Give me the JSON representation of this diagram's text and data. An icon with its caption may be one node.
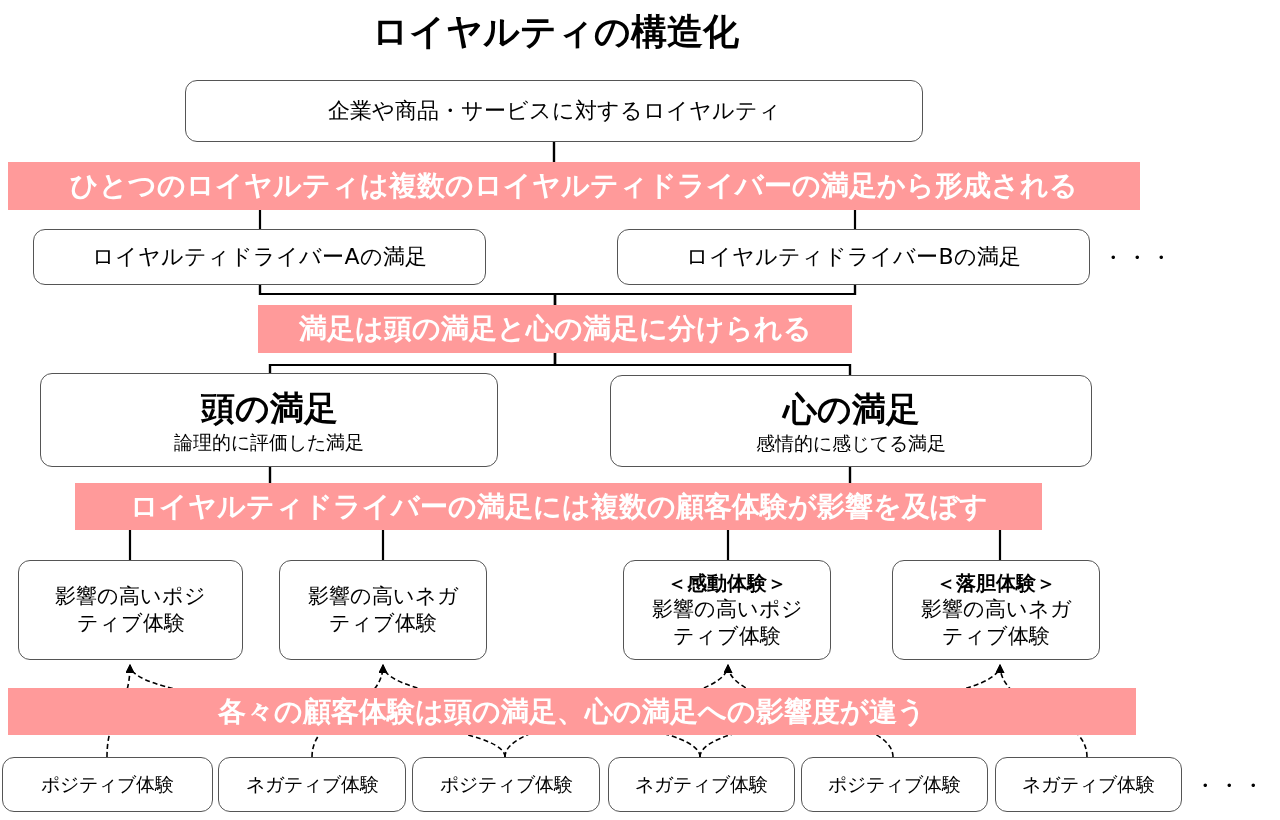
{
  "diagram": {
    "title": "ロイヤルティの構造化",
    "nodes": [
      {
        "text": [
          "企業や商品・サービスに対するロイヤルティ"
        ]
      },
      {
        "text": [
          "ロイヤルティドライバーAの満足"
        ]
      },
      {
        "text": [
          "ロイヤルティドライバーBの満足"
        ],
        "beside": [
          "・・・"
        ]
      },
      {
        "text": [
          "頭の満足",
          "論理的に評価した満足"
        ]
      },
      {
        "text": [
          "心の満足",
          "感情的に感じてる満足"
        ]
      },
      {
        "text": [
          "影響の高いポジティブ体験"
        ]
      },
      {
        "text": [
          "影響の高いネガティブ体験"
        ]
      },
      {
        "text": [
          "＜感動体験＞",
          "影響の高いポジティブ体験"
        ]
      },
      {
        "text": [
          "＜落胆体験＞",
          "影響の高いネガティブ体験"
        ]
      },
      {
        "text": [
          "ポジティブ体験"
        ]
      },
      {
        "text": [
          "ネガティブ体験"
        ]
      },
      {
        "text": [
          "ポジティブ体験"
        ]
      },
      {
        "text": [
          "ネガティブ体験"
        ]
      },
      {
        "text": [
          "ポジティブ体験"
        ]
      },
      {
        "text": [
          "ネガティブ体験"
        ],
        "beside": [
          "・・・"
        ]
      }
    ],
    "edges": [
      {
        "from": 0,
        "to": 1,
        "arrow": "none"
      },
      {
        "from": 0,
        "to": 2,
        "arrow": "none"
      },
      {
        "from": 1,
        "to": 3,
        "arrow": "none"
      },
      {
        "from": 1,
        "to": 4,
        "arrow": "none"
      },
      {
        "from": 2,
        "to": 3,
        "arrow": "none"
      },
      {
        "from": 2,
        "to": 4,
        "arrow": "none"
      },
      {
        "from": 3,
        "to": 5,
        "arrow": "none"
      },
      {
        "from": 3,
        "to": 6,
        "arrow": "none"
      },
      {
        "from": 4,
        "to": 7,
        "arrow": "none"
      },
      {
        "from": 4,
        "to": 8,
        "arrow": "none"
      },
      {
        "from": 9,
        "to": 5,
        "arrow": "to",
        "style": "dashed"
      },
      {
        "from": 10,
        "to": 6,
        "arrow": "to",
        "style": "dashed"
      },
      {
        "from": 11,
        "to": 5,
        "arrow": "to",
        "style": "dashed"
      },
      {
        "from": 11,
        "to": 7,
        "arrow": "to",
        "style": "dashed"
      },
      {
        "from": 12,
        "to": 6,
        "arrow": "to",
        "style": "dashed"
      },
      {
        "from": 12,
        "to": 8,
        "arrow": "to",
        "style": "dashed"
      },
      {
        "from": 13,
        "to": 7,
        "arrow": "to",
        "style": "dashed"
      },
      {
        "from": 14,
        "to": 8,
        "arrow": "to",
        "style": "dashed"
      }
    ],
    "labels": [
      "ひとつのロイヤルティは複数のロイヤルティドライバーの満足から形成される",
      "満足は頭の満足と心の満足に分けられる",
      "ロイヤルティドライバーの満足には複数の顧客体験が影響を及ぼす",
      "各々の顧客体験は頭の満足、心の満足への影響度が違う"
    ]
  }
}
